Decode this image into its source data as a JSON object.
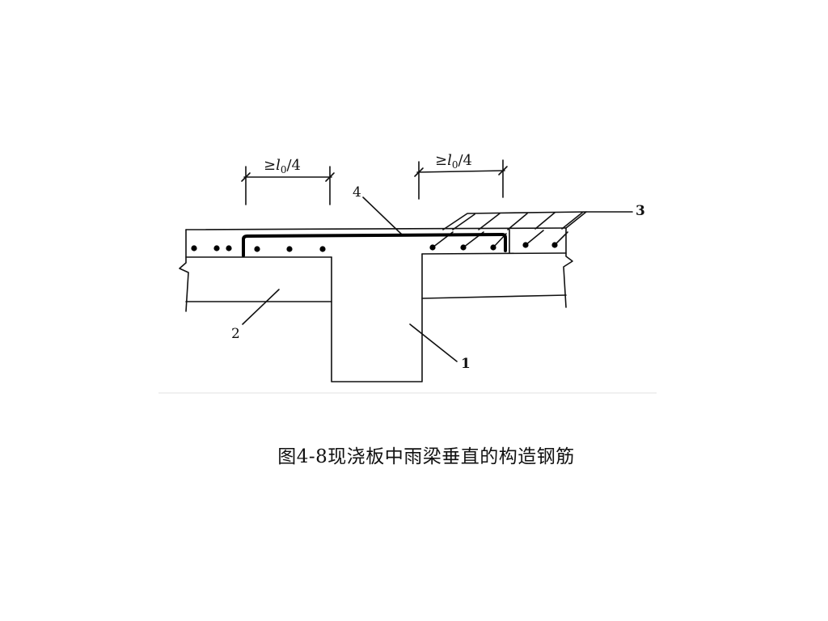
{
  "diagram": {
    "labels": {
      "dim_left": "≥l",
      "dim_right": "≥l",
      "dim_sub": "0",
      "dim_tail": "/4",
      "beam": "1",
      "slab_left": "2",
      "slab_right": "3",
      "rebar": "4"
    }
  },
  "caption": "图4-8现浇板中雨梁垂直的构造钢筋"
}
